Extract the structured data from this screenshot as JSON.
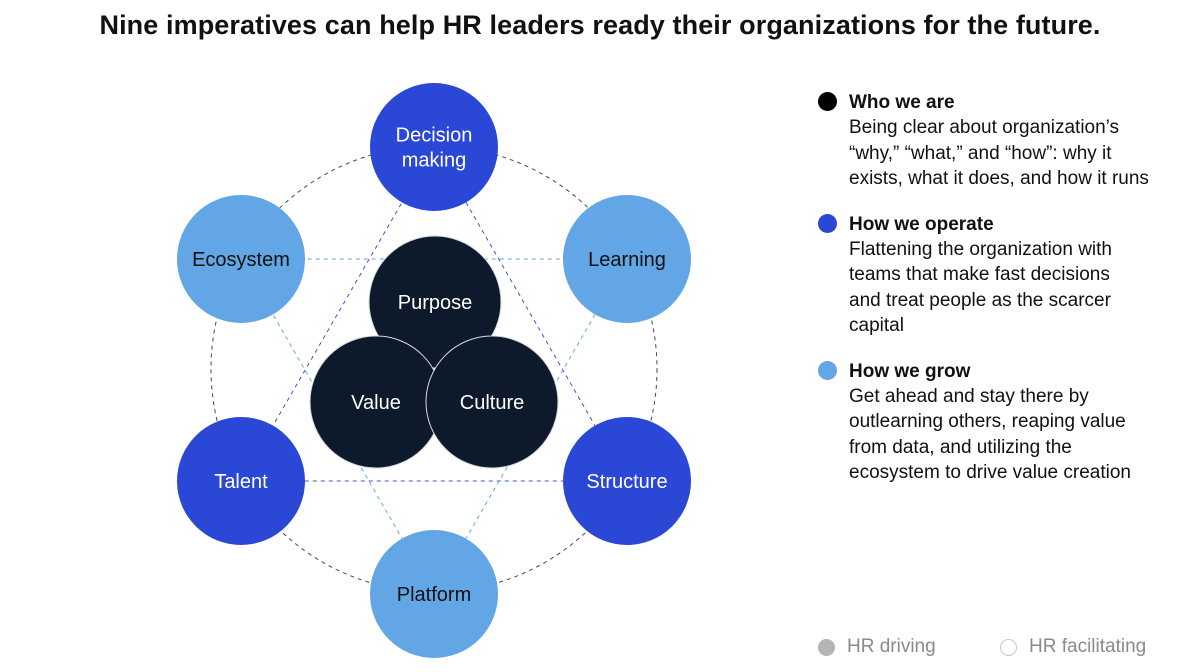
{
  "title": "Nine imperatives can help HR leaders ready their organizations for the future.",
  "colors": {
    "dark": "#0c1a2b",
    "blue": "#2b47d6",
    "light_blue": "#63a6e6",
    "black_dot": "#000000",
    "grey_key": "#b5b5b5"
  },
  "core": [
    {
      "lines": [
        "Purpose"
      ],
      "category": "who"
    },
    {
      "lines": [
        "Value"
      ],
      "category": "who"
    },
    {
      "lines": [
        "Culture"
      ],
      "category": "who"
    }
  ],
  "ring": [
    {
      "lines": [
        "Decision",
        "making"
      ],
      "category": "operate"
    },
    {
      "lines": [
        "Learning"
      ],
      "category": "grow"
    },
    {
      "lines": [
        "Structure"
      ],
      "category": "operate"
    },
    {
      "lines": [
        "Platform"
      ],
      "category": "grow"
    },
    {
      "lines": [
        "Talent"
      ],
      "category": "operate"
    },
    {
      "lines": [
        "Ecosystem"
      ],
      "category": "grow"
    }
  ],
  "legend": [
    {
      "title": "Who we are",
      "desc": [
        "Being clear about organization’s",
        "“why,” “what,” and “how”: why it",
        "exists, what it does, and how it runs"
      ]
    },
    {
      "title": "How we operate",
      "desc": [
        "Flattening the organization with",
        "teams that make fast decisions",
        "and treat people as the scarcer",
        "capital"
      ]
    },
    {
      "title": "How we grow",
      "desc": [
        "Get ahead and stay there by",
        "outlearning others, reaping value",
        "from data, and utilizing the",
        "ecosystem to drive value creation"
      ]
    }
  ],
  "key": {
    "driving": "HR driving",
    "facilitating": "HR facilitating"
  }
}
